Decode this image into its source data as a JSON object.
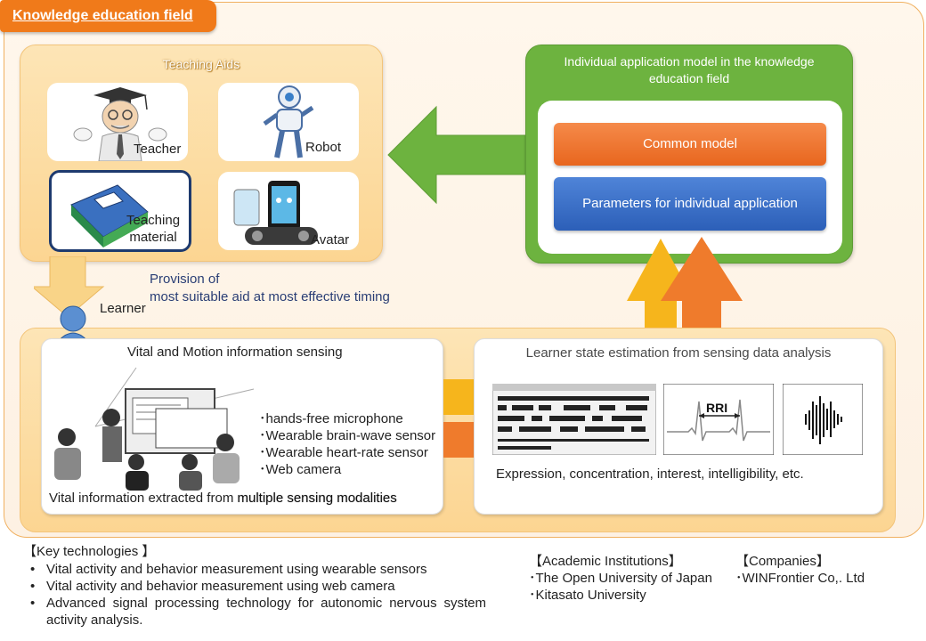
{
  "field_tab": "Knowledge education field",
  "teaching_aids": {
    "title": "Teaching Aids",
    "items": [
      {
        "label": "Teacher"
      },
      {
        "label": "Robot"
      },
      {
        "label_line1": "Teaching",
        "label_line2": "material"
      },
      {
        "label": "Avatar"
      }
    ]
  },
  "app_model": {
    "title_line1": "Individual application model in the knowledge",
    "title_line2": "education field",
    "common_model": "Common model",
    "parameters": "Parameters for individual application"
  },
  "provision": {
    "line1": "Provision of",
    "line2": "most suitable aid at most effective timing"
  },
  "learner": "Learner",
  "sensing": {
    "title": "Vital and Motion information sensing",
    "sensors": [
      "･hands-free microphone",
      "･Wearable brain-wave sensor",
      "･Wearable heart-rate sensor",
      "･Web camera"
    ],
    "footer_prefix": "Vital information extracted from ",
    "footer_highlight": "multiple sensing modalities"
  },
  "estimation": {
    "title": "Learner state estimation from sensing data analysis",
    "rri_label": "RRI",
    "footer": "Expression, concentration, interest, intelligibility, etc."
  },
  "key_technologies": {
    "title": "【Key technologies 】",
    "items": [
      "Vital activity and behavior measurement using wearable sensors",
      "Vital activity and behavior measurement using web camera",
      "Advanced signal processing technology for autonomic nervous system activity analysis."
    ]
  },
  "institutions": {
    "title": "【Academic Institutions】",
    "items": [
      "･The Open University of Japan",
      "･Kitasato University"
    ]
  },
  "companies": {
    "title": "【Companies】",
    "items": [
      "･WINFrontier Co,. Ltd"
    ]
  },
  "colors": {
    "orange": "#f07a1a",
    "green": "#6db33f",
    "blue": "#2c5fb8",
    "aid_panel": "#fcd592"
  }
}
